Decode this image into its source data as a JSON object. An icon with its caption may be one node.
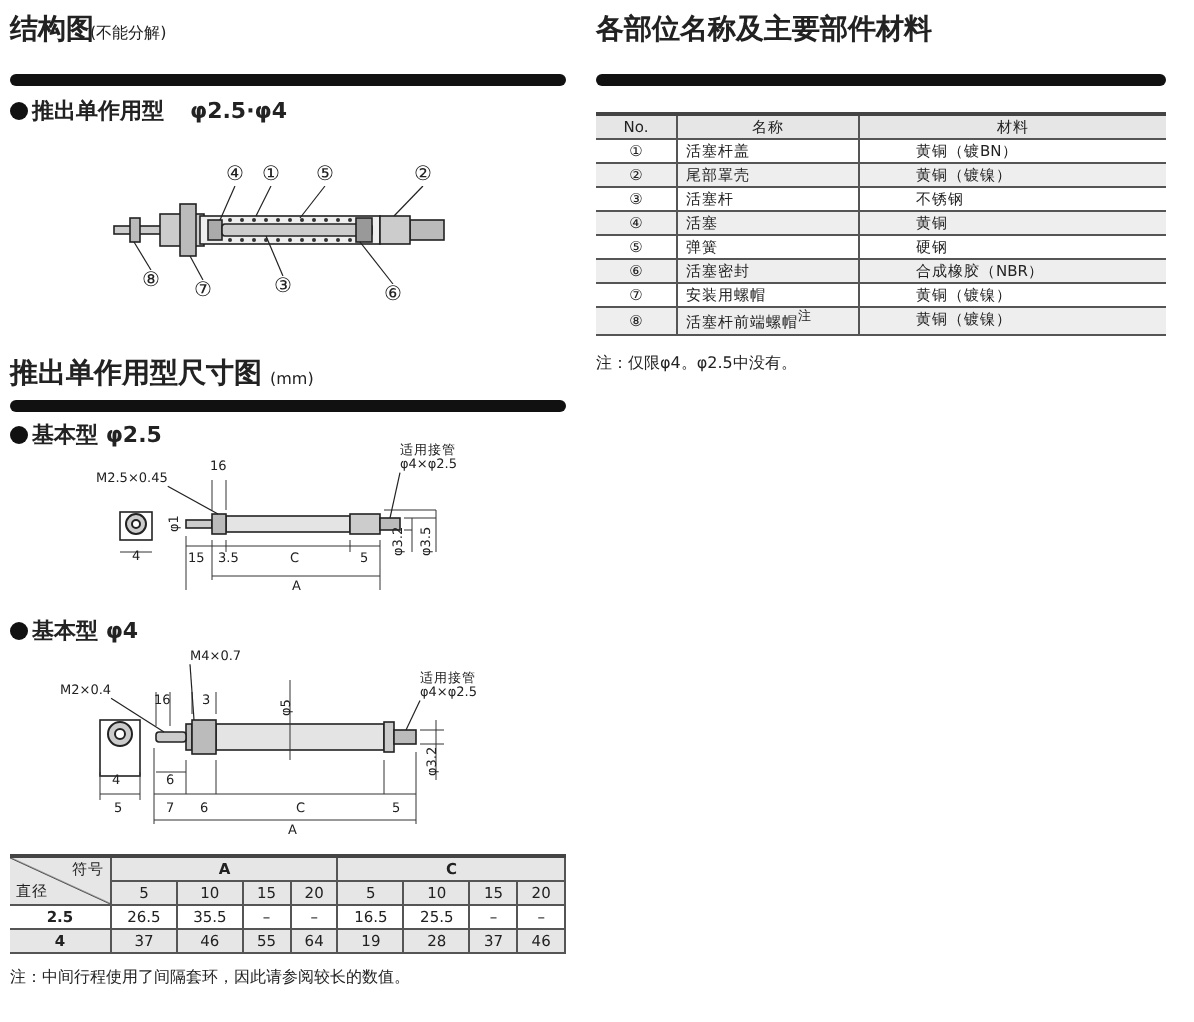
{
  "diagram": {
    "nodes": [
      {
        "text": [
          "④"
        ]
      },
      {
        "text": [
          "①"
        ]
      },
      {
        "text": [
          "⑤"
        ]
      },
      {
        "text": [
          "②"
        ]
      },
      {
        "text": [
          "⑧"
        ]
      },
      {
        "text": [
          "⑦"
        ]
      },
      {
        "text": [
          "③"
        ]
      },
      {
        "text": [
          "⑥"
        ]
      },
      {
        "text": [
          "M2.5×0.45"
        ]
      },
      {
        "text": [
          "适用接管 φ4×φ2.5"
        ]
      },
      {
        "text": [
          "M4×0.7"
        ]
      },
      {
        "text": [
          "M2×0.4"
        ]
      },
      {
        "text": [
          "适用接管 φ4×φ2.5"
        ]
      },
      {
        "text": [],
        "shape": "box"
      },
      {
        "text": [],
        "shape": "box"
      },
      {
        "text": [],
        "shape": "box"
      },
      {
        "text": [],
        "shape": "box",
        "in": 15
      },
      {
        "text": [],
        "shape": "bar",
        "in": 15
      },
      {
        "text": [],
        "shape": "picture",
        "in": 15
      },
      {
        "text": [],
        "shape": "box",
        "in": 15
      },
      {
        "text": [],
        "shape": "box"
      },
      {
        "text": [],
        "shape": "box"
      },
      {
        "text": [],
        "shape": "box"
      },
      {
        "text": [],
        "shape": "bar"
      },
      {
        "text": [],
        "shape": "box"
      },
      {
        "text": [],
        "shape": "box"
      }
    ],
    "edges": [
      {
        "from": 0,
        "to": 16,
        "arrow": "none"
      },
      {
        "from": 1,
        "to": 15,
        "arrow": "none"
      },
      {
        "from": 2,
        "to": 18,
        "arrow": "none"
      },
      {
        "from": 3,
        "to": 20,
        "arrow": "none"
      },
      {
        "from": 4,
        "to": 13,
        "arrow": "none"
      },
      {
        "from": 5,
        "to": 14,
        "arrow": "none"
      },
      {
        "from": 6,
        "to": 17,
        "arrow": "none"
      },
      {
        "from": 7,
        "to": 19,
        "arrow": "none"
      },
      {
        "from": 8,
        "to": 21,
        "arrow": "none"
      },
      {
        "from": 9,
        "to": 22,
        "arrow": "none"
      },
      {
        "from": 10,
        "to": 24,
        "arrow": "none"
      },
      {
        "from": 11,
        "to": 23,
        "arrow": "none"
      },
      {
        "from": 12,
        "to": 25,
        "arrow": "none"
      }
    ],
    "labels": [
      "结构图",
      "(不能分解)",
      "推出单作用型",
      "φ2.5·φ4",
      "各部位名称及主要部件材料",
      "No.",
      "名称",
      "材料",
      "①",
      "活塞杆盖",
      "黄铜（镀BN）",
      "②",
      "尾部罩壳",
      "黄铜（镀镍）",
      "③",
      "活塞杆",
      "不锈钢",
      "④",
      "活塞",
      "黄铜",
      "⑤",
      "弹簧",
      "硬钢",
      "⑥",
      "活塞密封",
      "合成橡胶（NBR）",
      "⑦",
      "安装用螺帽",
      "黄铜（镀镍）",
      "⑧",
      "活塞杆前端螺帽$^{注}$",
      "黄铜（镀镍）",
      "注：仅限φ4。φ2.5中没有。",
      "推出单作用型尺寸图",
      "(mm)",
      "基本型 φ2.5",
      "16",
      "φ1",
      "4",
      "15",
      "3.5",
      "C",
      "5",
      "A",
      "φ3.2",
      "φ3.5",
      "基本型 φ4",
      "16",
      "3",
      "φ5",
      "4",
      "6",
      "5",
      "7",
      "6",
      "C",
      "5",
      "A",
      "φ3.2",
      "符号",
      "直径",
      "A",
      "C",
      "5",
      "10",
      "15",
      "20",
      "5",
      "10",
      "15",
      "20",
      "2.5",
      "26.5",
      "35.5",
      "–",
      "–",
      "16.5",
      "25.5",
      "–",
      "–",
      "4",
      "37",
      "46",
      "55",
      "64",
      "19",
      "28",
      "37",
      "46",
      "注：中间行程使用了间隔套环，因此请参阅较长的数值。"
    ]
  }
}
